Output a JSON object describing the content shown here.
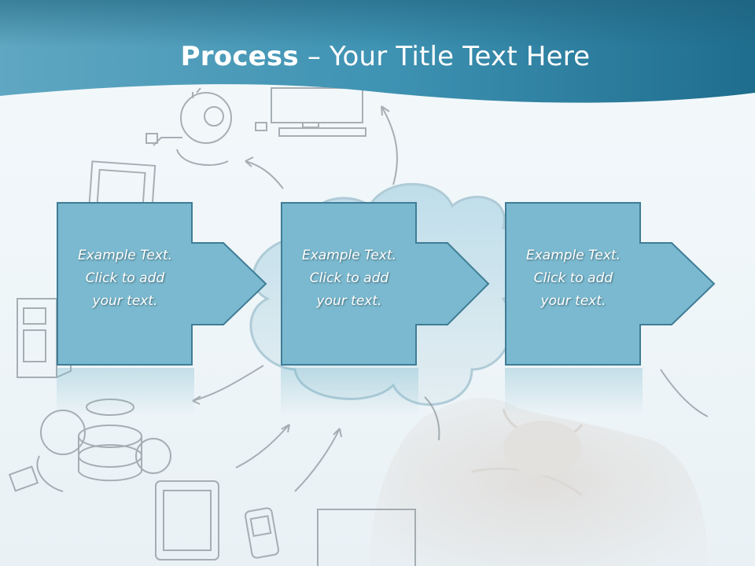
{
  "slide": {
    "title_bold": "Process",
    "title_separator": " – ",
    "title_rest": "Your Title Text Here"
  },
  "steps": [
    {
      "line1": "Example Text.",
      "line2": "Click  to add",
      "line3": "your text."
    },
    {
      "line1": "Example Text.",
      "line2": "Click  to add",
      "line3": "your text."
    },
    {
      "line1": "Example Text.",
      "line2": "Click  to add",
      "line3": "your text."
    }
  ],
  "colors": {
    "header": "#3a8fae",
    "box_fill": "#7ab9cf",
    "box_stroke": "#3f7d96",
    "title_text": "#ffffff"
  },
  "icons": [
    "webcam-sketch",
    "monitor-sketch",
    "computer-tower-sketch",
    "disc-stack-sketch",
    "tablet-sketch",
    "phone-sketch",
    "cloud-sketch",
    "hand-photo"
  ]
}
